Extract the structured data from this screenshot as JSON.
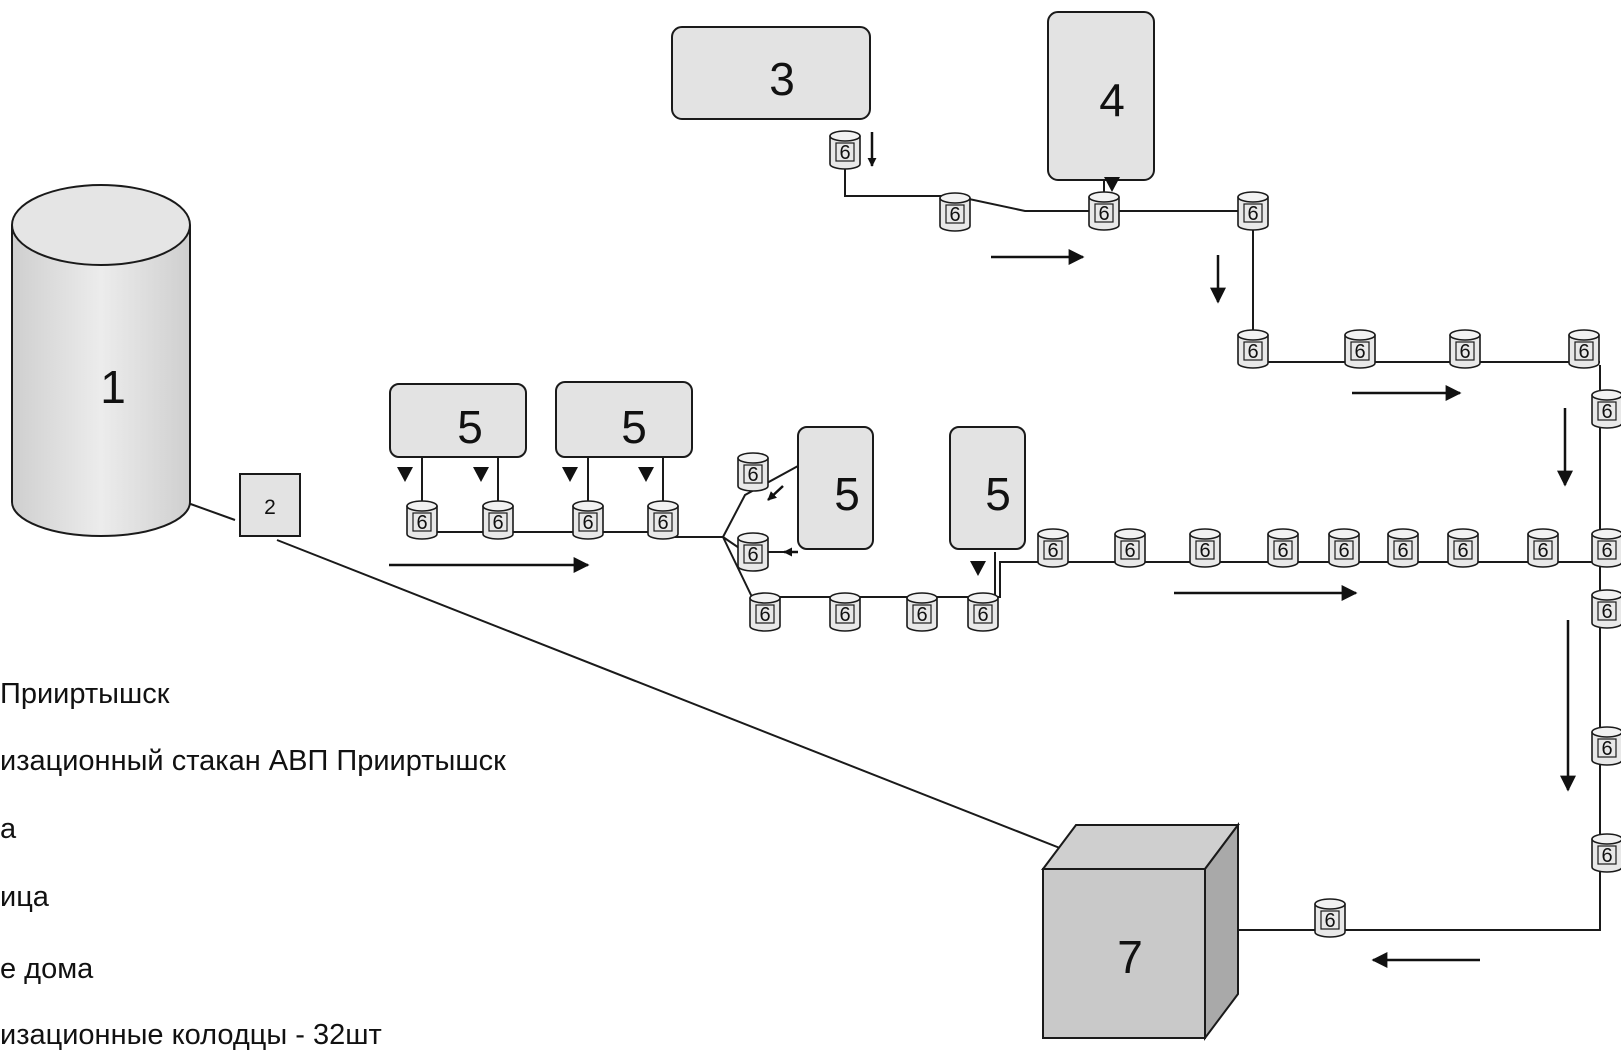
{
  "labels": {
    "tank": "1",
    "tank_cup": "2",
    "building_3": "3",
    "building_4": "4",
    "house": "5",
    "well": "6",
    "treatment": "7"
  },
  "legend": [
    "Прииртышск",
    "изационный стакан АВП Прииртышск",
    "а",
    "ица",
    "е дома",
    "изационные колодцы - 32шт"
  ],
  "colors": {
    "fill": "#e3e3e3",
    "stroke": "#1a1a1a",
    "cube_side": "#a9a9a9"
  }
}
